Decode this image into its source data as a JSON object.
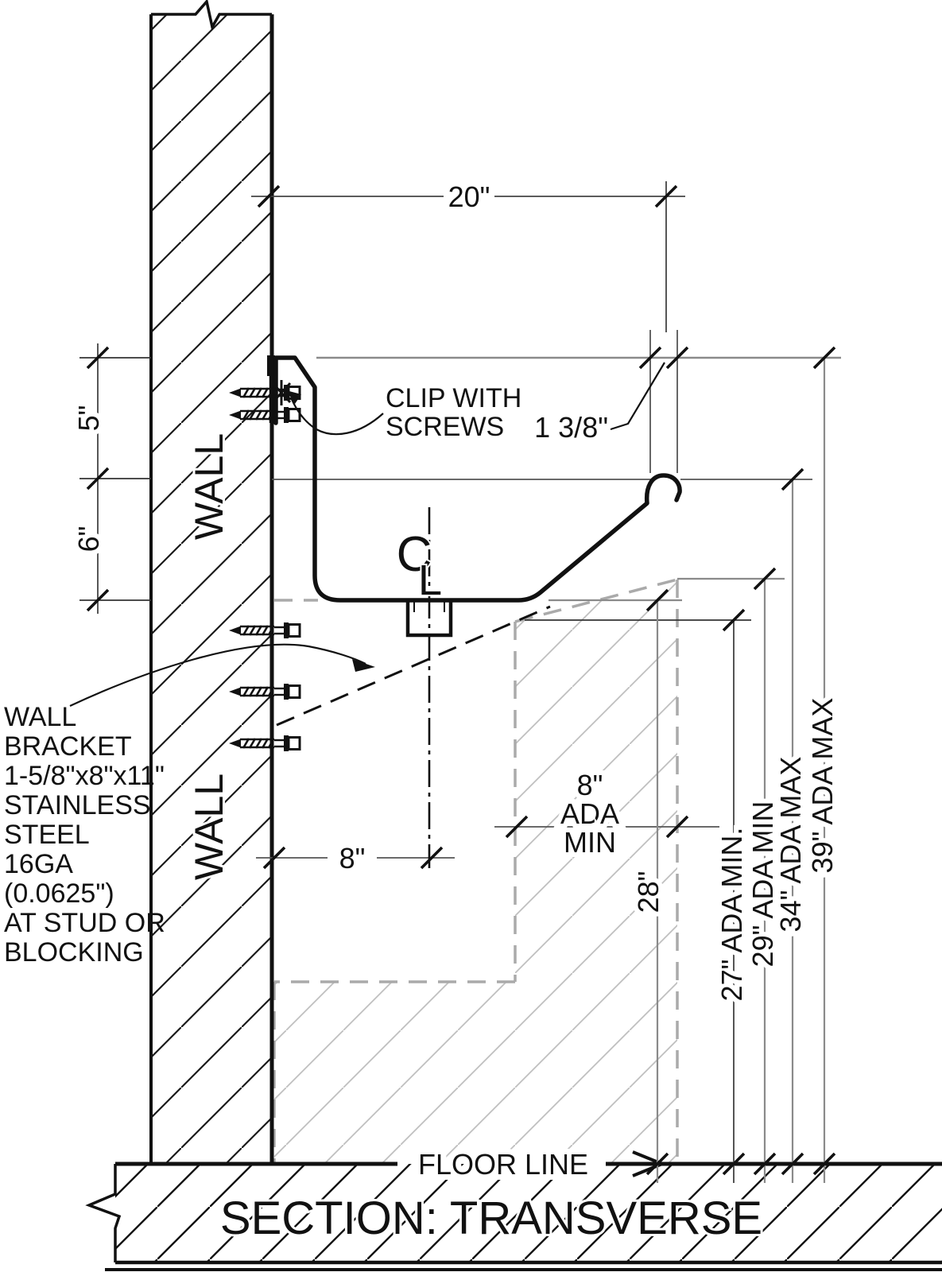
{
  "title": "SECTION: TRANSVERSE",
  "wall_label": "WALL",
  "floor_label": "FLOOR LINE",
  "centerline_symbol": {
    "c": "C",
    "l": "L"
  },
  "dimensions": {
    "top_width": "20\"",
    "rim_band": "5\"",
    "bowl_band": "6\"",
    "front_lip": "1 3/8\"",
    "drain_offset": "8\"",
    "knee_depth_line1": "8\"",
    "knee_depth_line2": "ADA",
    "knee_depth_line3": "MIN",
    "front_edge_height": "28\"",
    "knee_clearance": "27\" ADA MIN.",
    "apron_clearance": "29\" ADA MIN",
    "rim_height_max": "34\" ADA MAX",
    "top_height_max": "39\" ADA MAX"
  },
  "callouts": {
    "clip": [
      "CLIP WITH",
      "SCREWS"
    ],
    "bracket": [
      "WALL",
      "BRACKET",
      "1-5/8\"x8\"x11\"",
      "STAINLESS",
      "STEEL",
      "16GA",
      "(0.0625\")",
      "AT STUD OR",
      "BLOCKING"
    ]
  },
  "colors": {
    "line_black": "#111111",
    "line_gray": "#8a8a8a",
    "dashed_zone_gray": "#aaaaaa",
    "zone_hatch_gray": "#bfbfbf",
    "background": "#ffffff"
  }
}
